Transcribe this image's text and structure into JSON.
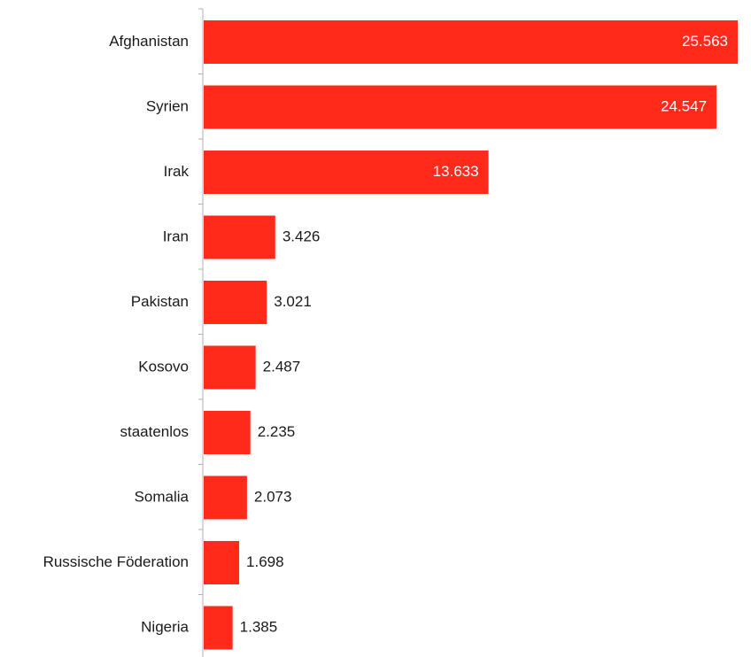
{
  "chart_data": {
    "type": "bar",
    "orientation": "horizontal",
    "categories": [
      "Afghanistan",
      "Syrien",
      "Irak",
      "Iran",
      "Pakistan",
      "Kosovo",
      "staatenlos",
      "Somalia",
      "Russische Föderation",
      "Nigeria"
    ],
    "values": [
      25563,
      24547,
      13633,
      3426,
      3021,
      2487,
      2235,
      2073,
      1698,
      1385
    ],
    "value_labels": [
      "25.563",
      "24.547",
      "13.633",
      "3.426",
      "3.021",
      "2.487",
      "2.235",
      "2.073",
      "1.698",
      "1.385"
    ],
    "title": "",
    "xlabel": "",
    "ylabel": "",
    "xlim": [
      0,
      25563
    ],
    "grid": false,
    "colors": {
      "bar": "#ff2a1a",
      "axis": "#b0b0b0",
      "label_inside": "#ffffff",
      "label_outside": "#1a1a1a"
    }
  }
}
